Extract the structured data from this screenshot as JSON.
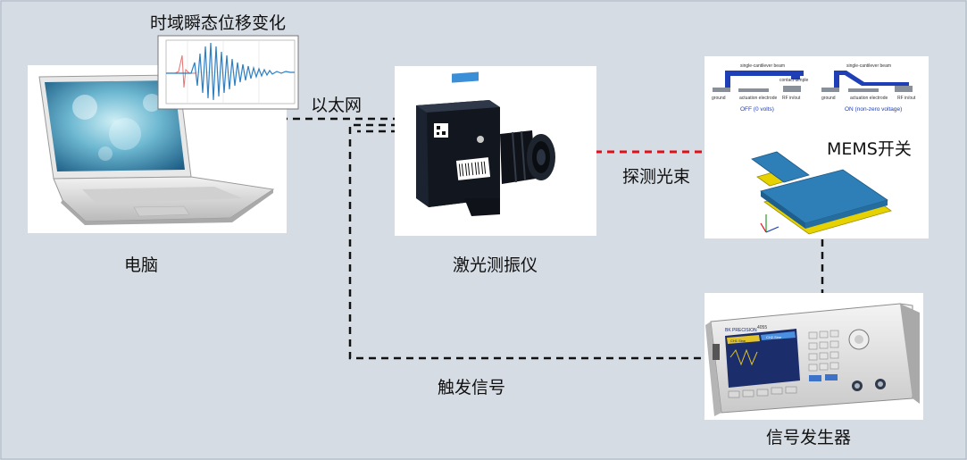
{
  "labels": {
    "waveform_title": "时域瞬态位移变化",
    "ethernet": "以太网",
    "laptop": "电脑",
    "vibrometer": "激光测振仪",
    "probe_beam": "探测光束",
    "mems_switch": "MEMS开关",
    "trigger": "触发信号",
    "signal_generator": "信号发生器"
  },
  "mems_figure": {
    "beam_label": "single-cantilever beam",
    "contact_label": "contact dimple",
    "ground": "ground",
    "actuation": "actuation electrode",
    "rf_inout": "RF in/out",
    "off_caption": "OFF (0 volts)",
    "on_caption": "ON (non-zero voltage)"
  },
  "generator": {
    "brand": "BK PRECISION",
    "model": "4055",
    "ch1": "CH1 Sine",
    "ch2": "CH2 Sine"
  },
  "colors": {
    "background": "#d6dce4",
    "connector": "#111111",
    "laser_beam": "#e0101a",
    "waveform_blue": "#2f7fc1",
    "waveform_red": "#e57373",
    "mems_blue": "#2e7fb8",
    "mems_yellow": "#e6d200"
  }
}
